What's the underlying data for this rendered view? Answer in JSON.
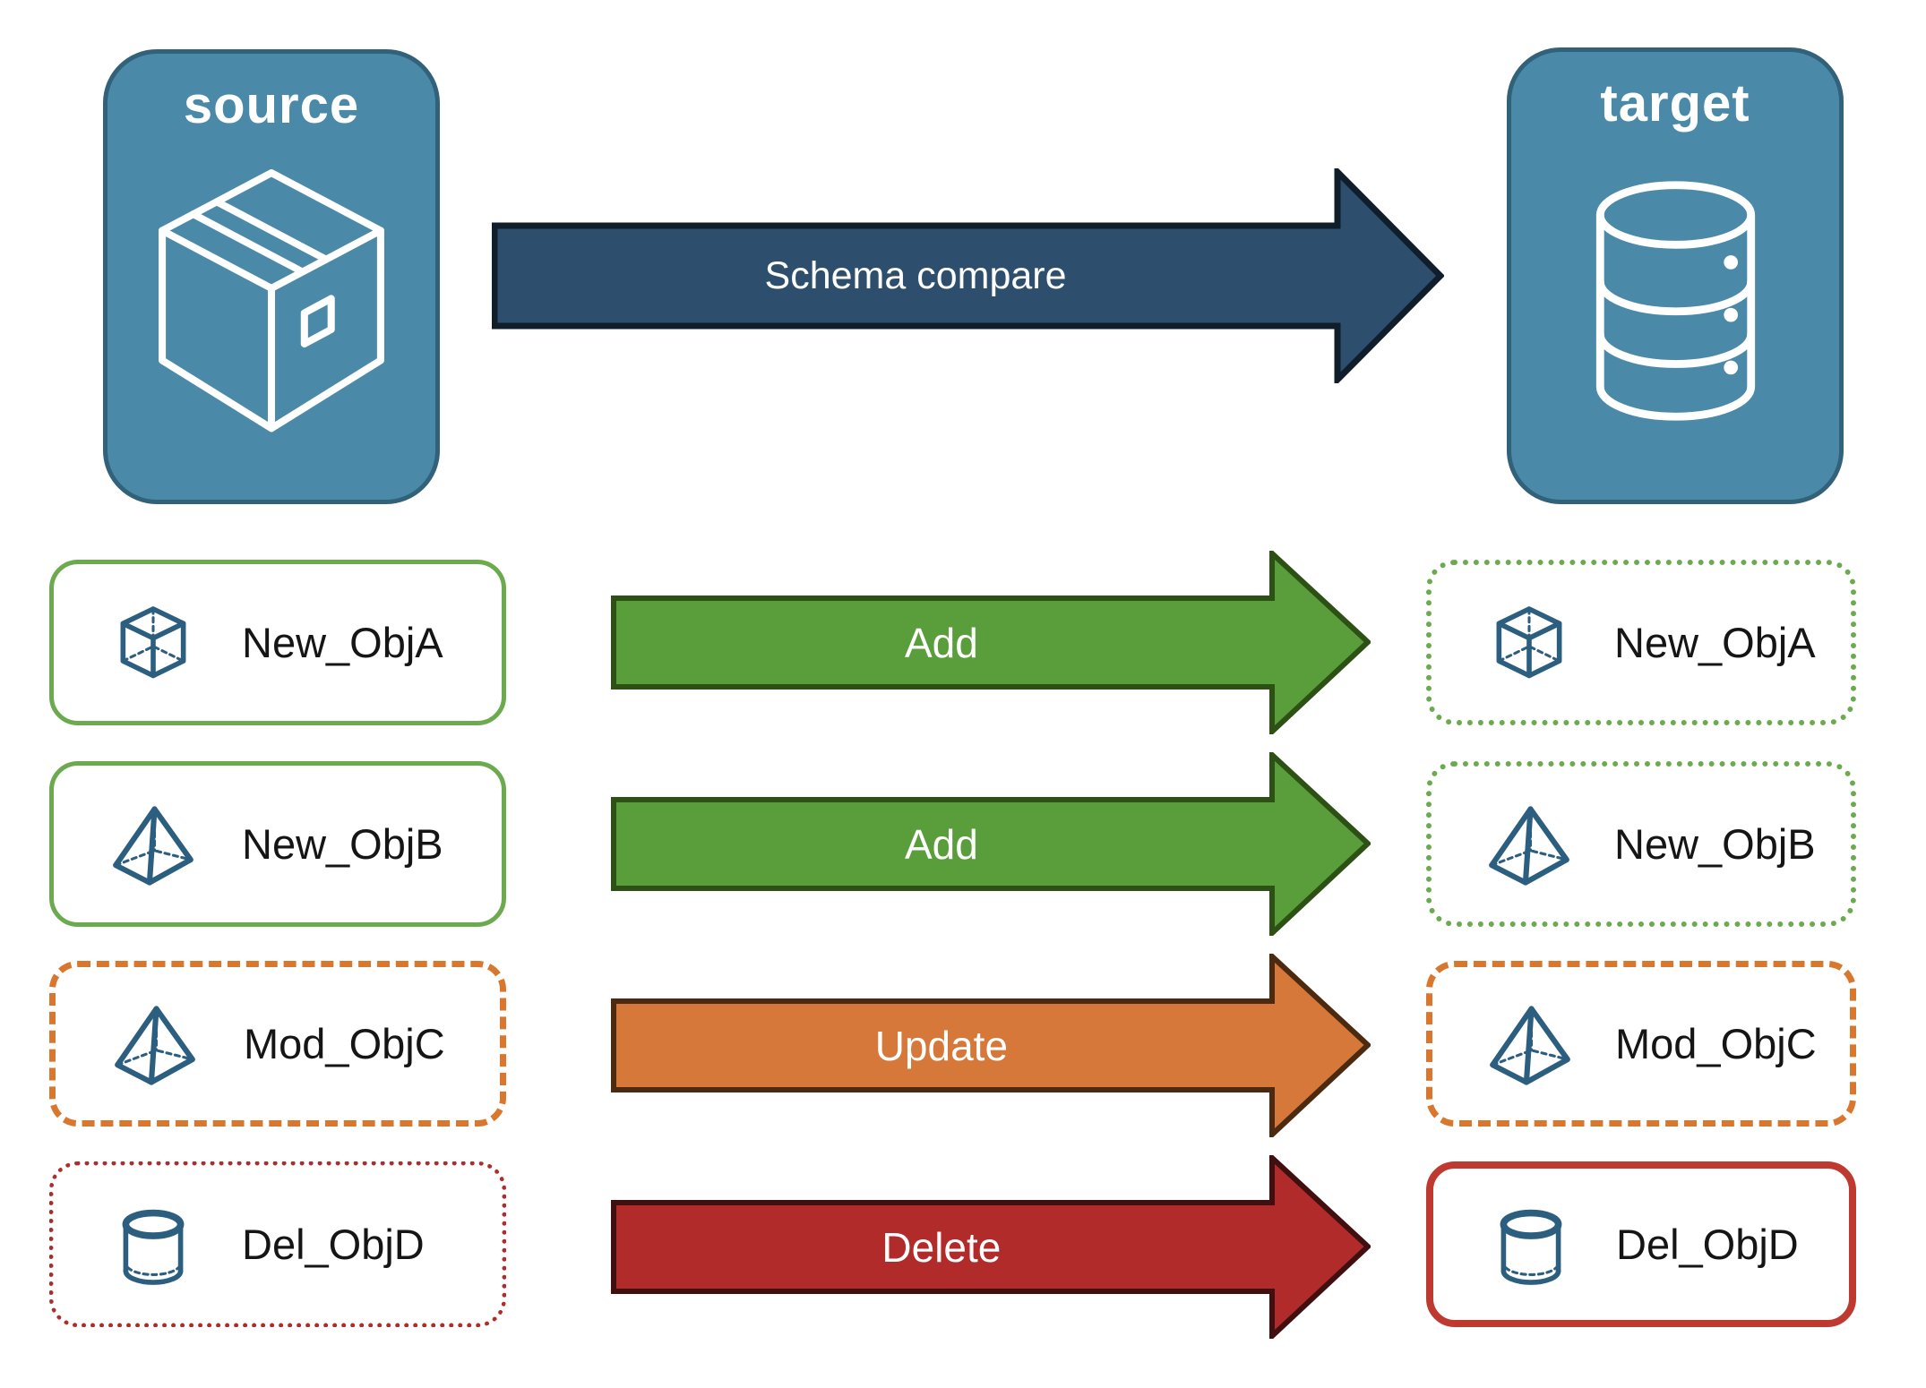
{
  "colors": {
    "node-fill": "#4A8AA8",
    "node-border": "#32617A",
    "navy-fill": "#2D4F6D",
    "navy-stroke": "#101D2B",
    "green-fill": "#5A9E3C",
    "green-stroke": "#2D5014",
    "orange-fill": "#D5783A",
    "orange-stroke": "#4B2A10",
    "red-fill": "#B12B2B",
    "red-stroke": "#400F0F",
    "green-border": "#6BAA4E",
    "orange-border": "#D9772E",
    "red-dotted-border": "#B02C28",
    "red-solid-border": "#BE3930",
    "icon-blue": "#2C5E80",
    "label-text": "#151515"
  },
  "nodes": {
    "source": {
      "label": "source",
      "icon": "package-icon"
    },
    "target": {
      "label": "target",
      "icon": "database-icon"
    }
  },
  "main_arrow": {
    "label": "Schema compare"
  },
  "rows": [
    {
      "source_label": "New_ObjA",
      "icon": "cube-icon",
      "action": "Add",
      "target_label": "New_ObjA",
      "source_border": "green-solid",
      "target_border": "green-dotted"
    },
    {
      "source_label": "New_ObjB",
      "icon": "pyramid-icon",
      "action": "Add",
      "target_label": "New_ObjB",
      "source_border": "green-solid",
      "target_border": "green-dotted"
    },
    {
      "source_label": "Mod_ObjC",
      "icon": "pyramid-icon",
      "action": "Update",
      "target_label": "Mod_ObjC",
      "source_border": "orange-dashed",
      "target_border": "orange-dashed"
    },
    {
      "source_label": "Del_ObjD",
      "icon": "cylinder-icon",
      "action": "Delete",
      "target_label": "Del_ObjD",
      "source_border": "red-dotted",
      "target_border": "red-solid"
    }
  ]
}
